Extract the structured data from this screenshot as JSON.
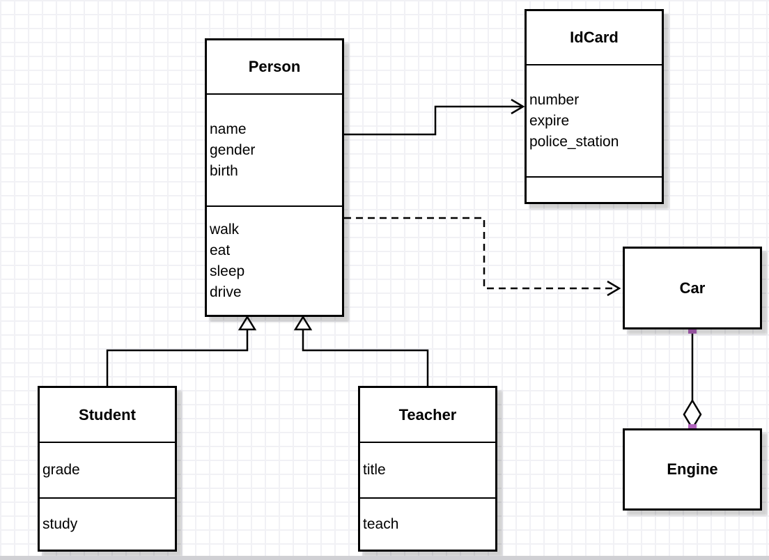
{
  "diagram": {
    "type": "uml-class-diagram",
    "endpoint_accent_color": "#b264be",
    "classes": [
      {
        "id": "person",
        "title": "Person",
        "attributes": [
          "name",
          "gender",
          "birth"
        ],
        "methods": [
          "walk",
          "eat",
          "sleep",
          "drive"
        ]
      },
      {
        "id": "idcard",
        "title": "IdCard",
        "attributes": [
          "number",
          "expire",
          "police_station"
        ],
        "methods": []
      },
      {
        "id": "student",
        "title": "Student",
        "attributes": [
          "grade"
        ],
        "methods": [
          "study"
        ]
      },
      {
        "id": "teacher",
        "title": "Teacher",
        "attributes": [
          "title"
        ],
        "methods": [
          "teach"
        ]
      },
      {
        "id": "car",
        "title": "Car"
      },
      {
        "id": "engine",
        "title": "Engine"
      }
    ],
    "edges": [
      {
        "from": "Person",
        "to": "IdCard",
        "type": "association",
        "line": "solid",
        "head": "open-arrow"
      },
      {
        "from": "Person",
        "to": "Car",
        "type": "dependency",
        "line": "dashed",
        "head": "open-arrow"
      },
      {
        "from": "Student",
        "to": "Person",
        "type": "generalization",
        "line": "solid",
        "head": "hollow-triangle"
      },
      {
        "from": "Teacher",
        "to": "Person",
        "type": "generalization",
        "line": "solid",
        "head": "hollow-triangle"
      },
      {
        "from": "Car",
        "to": "Engine",
        "type": "aggregation",
        "line": "solid",
        "head": "hollow-diamond"
      }
    ]
  }
}
